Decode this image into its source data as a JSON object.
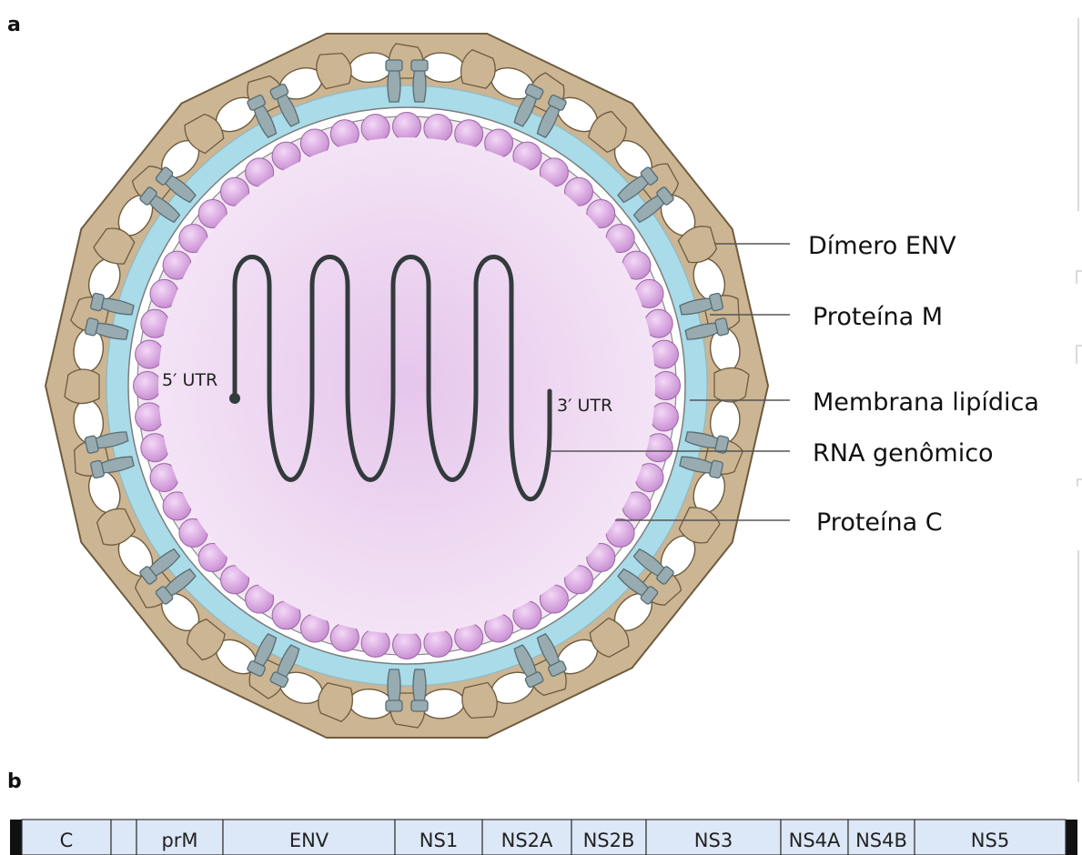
{
  "panels": {
    "a": "a",
    "b": "b"
  },
  "virion": {
    "utr5": "5′ UTR",
    "utr3": "3′ UTR",
    "labels": {
      "env_dimer": "Dímero ENV",
      "m_protein": "Proteína M",
      "membrane": "Membrana lipídica",
      "rna": "RNA genômico",
      "c_protein": "Proteína C"
    },
    "colors": {
      "env": "#cbb593",
      "env_stroke": "#6e5b3e",
      "membrane": "#a9dbe8",
      "m_protein": "#97abb0",
      "capsid_ball": "#d8a5e0",
      "core": "#efd9f1",
      "rna": "#333b3d"
    }
  },
  "genome": {
    "segments": [
      "C",
      "",
      "prM",
      "ENV",
      "NS1",
      "NS2A",
      "NS2B",
      "NS3",
      "NS4A",
      "NS4B",
      "NS5"
    ],
    "colors": {
      "fill": "#dce8f8",
      "end_cap": "#111111"
    }
  }
}
